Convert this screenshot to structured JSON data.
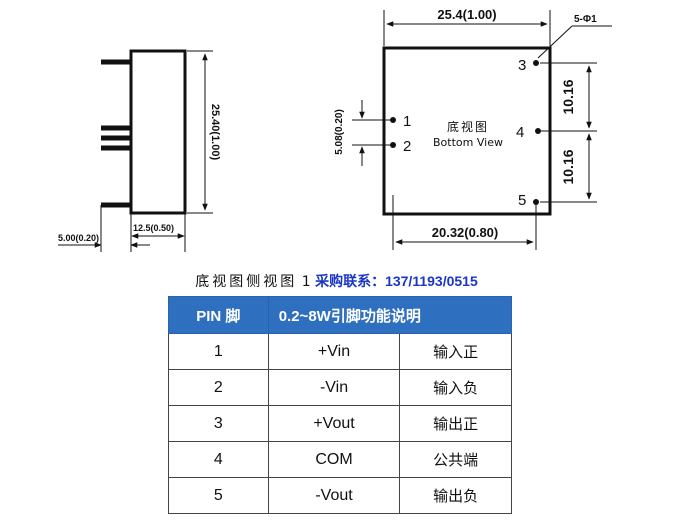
{
  "side_view": {
    "height_dim": "25.40(1.00)",
    "pin_len_dim": "5.00(0.20)",
    "thickness_dim": "12.5(0.50)"
  },
  "bottom_view": {
    "title": "底视图",
    "subtitle": "Bottom View",
    "width_dim": "25.4(1.00)",
    "pin_dia_dim": "5-Φ1",
    "pin_pitch_dim": "5.08(0.20)",
    "right_upper_dim": "10.16",
    "right_lower_dim": "10.16",
    "bottom_dim": "20.32(0.80)",
    "pin_labels": [
      "1",
      "2",
      "3",
      "4",
      "5"
    ]
  },
  "caption": {
    "main": "底视图侧视图",
    "number": "1",
    "contact": "采购联系：137/1193/0515"
  },
  "pin_table": {
    "header_pin": "PIN 脚",
    "header_function": "0.2~8W引脚功能说明",
    "rows": [
      {
        "pin": "1",
        "signal": "+Vin",
        "desc": "输入正"
      },
      {
        "pin": "2",
        "signal": "-Vin",
        "desc": "输入负"
      },
      {
        "pin": "3",
        "signal": "+Vout",
        "desc": "输出正"
      },
      {
        "pin": "4",
        "signal": "COM",
        "desc": "公共端"
      },
      {
        "pin": "5",
        "signal": "-Vout",
        "desc": "输出负"
      }
    ]
  }
}
